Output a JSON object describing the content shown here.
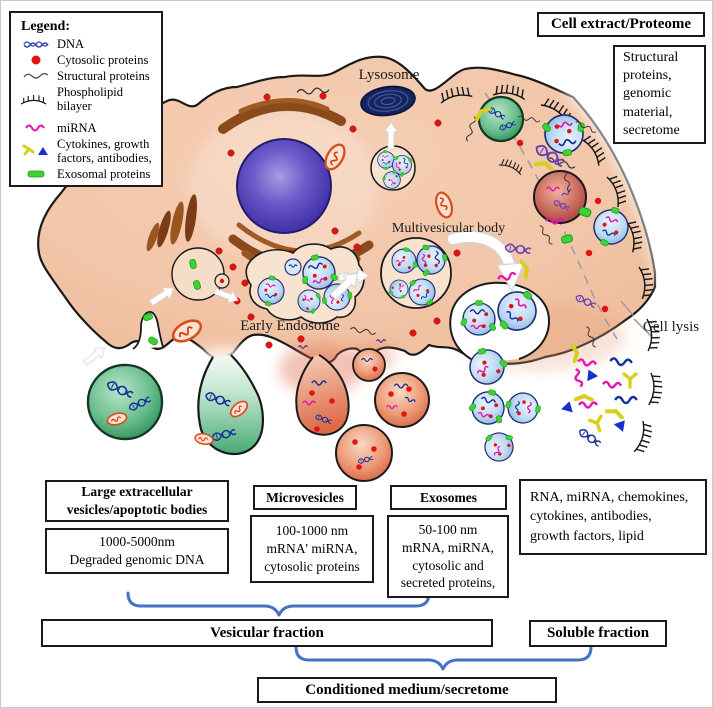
{
  "colors": {
    "cell-fill": "#f2c6a9",
    "cell-outline": "#1a1a1a",
    "nucleus": "#5a48be",
    "organelle-brown": "#8a4a1c",
    "lysosome-navy": "#16255f",
    "exosome-fill": "#bcd9f4",
    "exosome-outline": "#1f2d6e",
    "green-vesicle": "#3fa873",
    "microvesicle": "#e08563",
    "mitochondria-orange": "#d94e1f",
    "cytosolic-red": "#e11414",
    "exosomal-green": "#3ed334",
    "mirna-magenta": "#e515b2",
    "dna-navy": "#16309a",
    "cytokine-yellow": "#d6cf1e",
    "antibody-blue": "#1530cc",
    "brace-blue": "#4472c4",
    "box-border": "#1a1a1a"
  },
  "legend": {
    "title": "Legend:",
    "items": [
      {
        "icon": "dna-icon",
        "label": "DNA"
      },
      {
        "icon": "cytosolic-proteins-icon",
        "label": "Cytosolic proteins"
      },
      {
        "icon": "structural-proteins-icon",
        "label": "Structural proteins"
      },
      {
        "icon": "phospholipid-bilayer-icon",
        "label": "Phospholipid bilayer"
      },
      {
        "icon": "mirna-icon",
        "label": "miRNA"
      },
      {
        "icon": "cytokines-icon",
        "label": "Cytokines, growth factors, antibodies,"
      },
      {
        "icon": "exosomal-proteins-icon",
        "label": "Exosomal proteins"
      }
    ]
  },
  "top_right": {
    "title": "Cell extract/Proteome",
    "box": "Structural\nproteins,\ngenomic\nmaterial,\nsecretome"
  },
  "organelle_labels": {
    "lysosome": "Lysosome",
    "multivesicular_body": "Multivesicular body",
    "early_endosome": "Early Endosome",
    "cell_lysis": "Cell lysis"
  },
  "categories": {
    "large_ev": {
      "title": "Large extracellular\nvesicles/apoptotic bodies",
      "details": "1000-5000nm\nDegraded genomic DNA"
    },
    "microvesicles": {
      "title": "Microvesicles",
      "details": "100-1000 nm\nmRNA' miRNA,\ncytosolic proteins"
    },
    "exosomes": {
      "title": "Exosomes",
      "details": "50-100 nm\nmRNA, miRNA,\ncytosolic and\nsecreted proteins,"
    },
    "soluble_contents": "RNA, miRNA, chemokines,\ncytokines,  antibodies,\ngrowth factors, lipid"
  },
  "fractions": {
    "vesicular": "Vesicular fraction",
    "soluble": "Soluble fraction",
    "conditioned": "Conditioned medium/secretome"
  }
}
